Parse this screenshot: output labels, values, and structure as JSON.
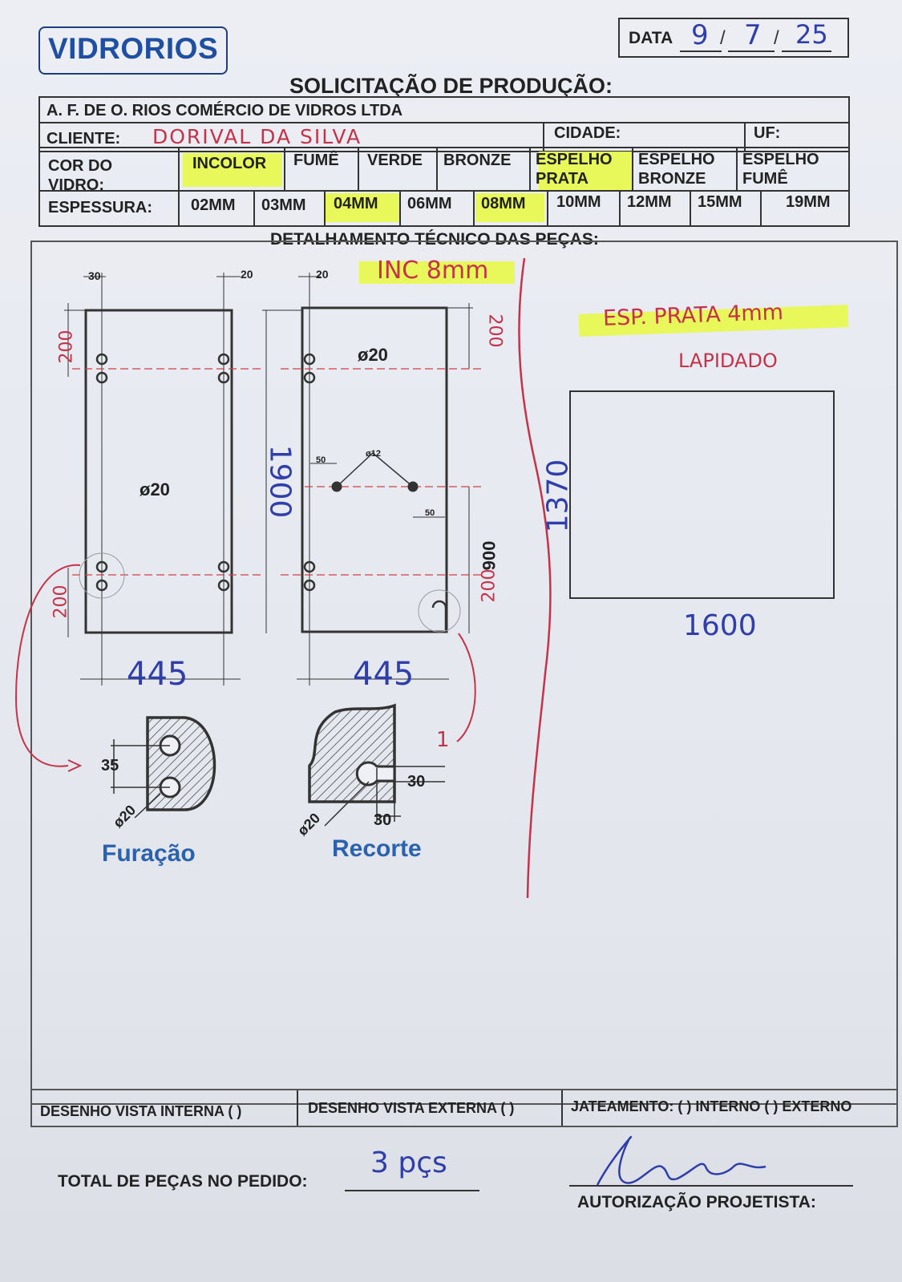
{
  "header": {
    "logo_text": "VIDRORIOS",
    "date_label": "DATA",
    "date_day": "9",
    "date_month": "7",
    "date_year": "25",
    "sep1": "/",
    "sep2": "/",
    "title": "SOLICITAÇÃO DE PRODUÇÃO:"
  },
  "company": {
    "name": "A. F. DE O. RIOS COMÉRCIO DE VIDROS LTDA",
    "cliente_label": "CLIENTE:",
    "cliente_value": "DORIVAL DA SILVA",
    "cidade_label": "CIDADE:",
    "uf_label": "UF:"
  },
  "glass": {
    "color_label": "COR DO VIDRO:",
    "colors": [
      "INCOLOR",
      "FUMÊ",
      "VERDE",
      "BRONZE",
      "ESPELHO PRATA",
      "ESPELHO BRONZE",
      "ESPELHO FUMÊ"
    ],
    "thickness_label": "ESPESSURA:",
    "thicknesses": [
      "02MM",
      "03MM",
      "04MM",
      "06MM",
      "08MM",
      "10MM",
      "12MM",
      "15MM",
      "19MM"
    ],
    "highlight_color": "#e8f94a"
  },
  "details": {
    "section_title": "DETALHAMENTO TÉCNICO DAS PEÇAS:",
    "note_inc": "INC 8mm",
    "note_esp": "ESP. PRATA 4mm",
    "note_lapidado": "LAPIDADO",
    "piece1": {
      "dim_top_left": "30",
      "dim_top_right": "20",
      "dim_side_top": "200",
      "dim_side_bottom": "200",
      "hole": "ø20",
      "width": "445"
    },
    "piece2": {
      "dim_top": "20",
      "dim_side_top": "200",
      "dim_side_bottom": "200",
      "hole": "ø20",
      "hole_small": "ø12",
      "dim_50a": "50",
      "dim_50b": "50",
      "dim_900": "900",
      "height": "1900",
      "width": "445",
      "marker": "1"
    },
    "piece3": {
      "height": "1370",
      "width": "1600"
    },
    "furacao": {
      "label": "Furação",
      "dim": "35",
      "hole": "ø20"
    },
    "recorte": {
      "label": "Recorte",
      "dim_a": "30",
      "dim_b": "30",
      "hole": "ø20"
    }
  },
  "footer": {
    "vista_interna": "DESENHO VISTA INTERNA ( )",
    "vista_externa": "DESENHO VISTA EXTERNA ( )",
    "jateamento": "JATEAMENTO: ( ) INTERNO ( ) EXTERNO",
    "total_label": "TOTAL DE PEÇAS NO PEDIDO:",
    "total_value": "3 pçs",
    "autorizacao": "AUTORIZAÇÃO PROJETISTA:"
  },
  "colors": {
    "ink_blue": "#2f3ea8",
    "ink_red": "#c4334a",
    "brand_blue": "#1e4fa0"
  }
}
